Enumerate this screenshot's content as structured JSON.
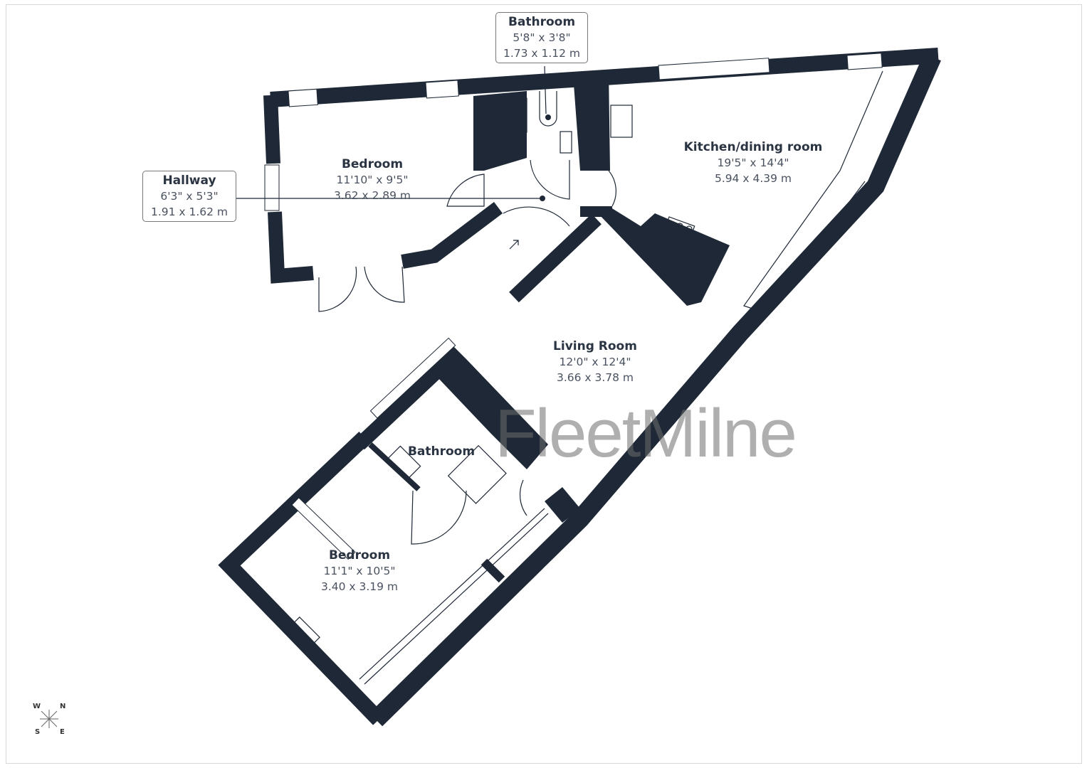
{
  "rooms": {
    "bedroom_top": {
      "name": "Bedroom",
      "imperial": "11'10\" x 9'5\"",
      "metric": "3.62 x 2.89 m"
    },
    "hallway": {
      "name": "Hallway",
      "imperial": "6'3\" x 5'3\"",
      "metric": "1.91 x 1.62 m"
    },
    "bathroom_top": {
      "name": "Bathroom",
      "imperial": "5'8\" x 3'8\"",
      "metric": "1.73 x 1.12 m"
    },
    "kitchen": {
      "name": "Kitchen/dining room",
      "imperial": "19'5\" x 14'4\"",
      "metric": "5.94 x 4.39 m"
    },
    "living": {
      "name": "Living Room",
      "imperial": "12'0\" x 12'4\"",
      "metric": "3.66 x 3.78 m"
    },
    "bathroom_bottom": {
      "name": "Bathroom"
    },
    "bedroom_bottom": {
      "name": "Bedroom",
      "imperial": "11'1\" x 10'5\"",
      "metric": "3.40 x 3.19 m"
    }
  },
  "watermark": "FleetMilne",
  "compass": {
    "w": "W",
    "n": "N",
    "s": "S",
    "e": "E"
  },
  "colors": {
    "wall": "#1e2836",
    "watermark": "#8a8a8a"
  }
}
